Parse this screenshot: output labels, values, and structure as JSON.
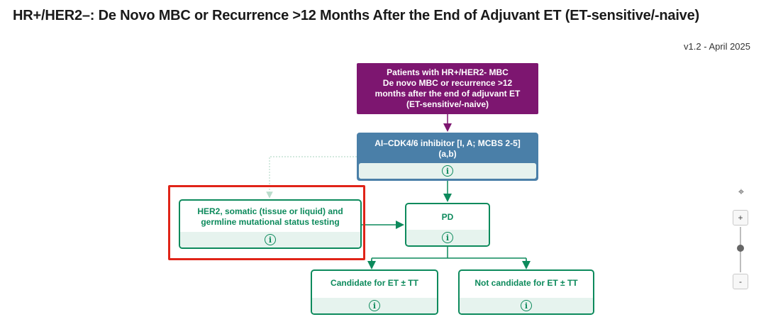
{
  "page": {
    "title": "HR+/HER2–: De Novo MBC or Recurrence >12 Months After the End of Adjuvant ET (ET-sensitive/-naive)",
    "version": "v1.2 - April 2025"
  },
  "flowchart": {
    "start_node": {
      "lines": [
        "Patients with HR+/HER2- MBC",
        "De novo MBC or recurrence >12",
        "months after the end of adjuvant ET",
        "(ET-sensitive/-naive)"
      ]
    },
    "treatment_node": {
      "line1": "AI–CDK4/6 inhibitor [I, A; MCBS 2-5]",
      "line2": "(a,b)",
      "info_icon": "info-icon"
    },
    "her2_node": {
      "line1": "HER2, somatic (tissue or liquid) and",
      "line2": "germline mutational status testing",
      "info_icon": "info-icon"
    },
    "pd_node": {
      "label": "PD",
      "info_icon": "info-icon"
    },
    "candidate_node": {
      "label": "Candidate for ET ± TT",
      "info_icon": "info-icon"
    },
    "not_candidate_node": {
      "label": "Not candidate for ET ± TT",
      "info_icon": "info-icon"
    },
    "colors": {
      "start": "#7d1670",
      "treatment": "#4a7fa8",
      "green": "#0d8a5c",
      "highlight": "#e02418"
    }
  },
  "zoom_controls": {
    "fit_icon": "fit-view-icon",
    "zoom_in_label": "+",
    "zoom_out_label": "-"
  },
  "icons": {
    "info_glyph": "i",
    "fit_glyph": "⌖"
  }
}
